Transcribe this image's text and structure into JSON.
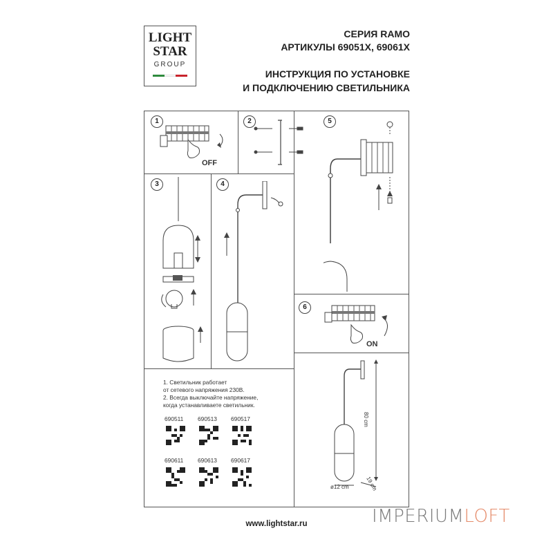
{
  "logo": {
    "line1": "LIGHT",
    "line2": "STAR",
    "line3": "GROUP",
    "flag_colors": [
      "#2e8b3d",
      "#ffffff",
      "#c8232c"
    ]
  },
  "header": {
    "series": "СЕРИЯ RAMO",
    "articles": "АРТИКУЛЫ 69051X, 69061X",
    "title1": "ИНСТРУКЦИЯ ПО УСТАНОВКЕ",
    "title2": "И ПОДКЛЮЧЕНИЮ СВЕТИЛЬНИКА"
  },
  "steps": {
    "s1": "1",
    "s2": "2",
    "s3": "3",
    "s4": "4",
    "s5": "5",
    "s6": "6",
    "off": "OFF",
    "on": "ON"
  },
  "notes": {
    "line1": "1. Светильник работает",
    "line2": "от сетевого напряжения 230В.",
    "line3": "2. Всегда выключайте напряжение,",
    "line4": "когда устанавливаете светильник."
  },
  "codes": [
    "690511",
    "690513",
    "690517",
    "690611",
    "690613",
    "690617"
  ],
  "dimensions": {
    "height": "80 cm",
    "diameter": "ø12 cm",
    "depth": "19 cm"
  },
  "website": "www.lightstar.ru",
  "watermark": {
    "part1": "IMPERIUM",
    "part2": "LOFT"
  }
}
